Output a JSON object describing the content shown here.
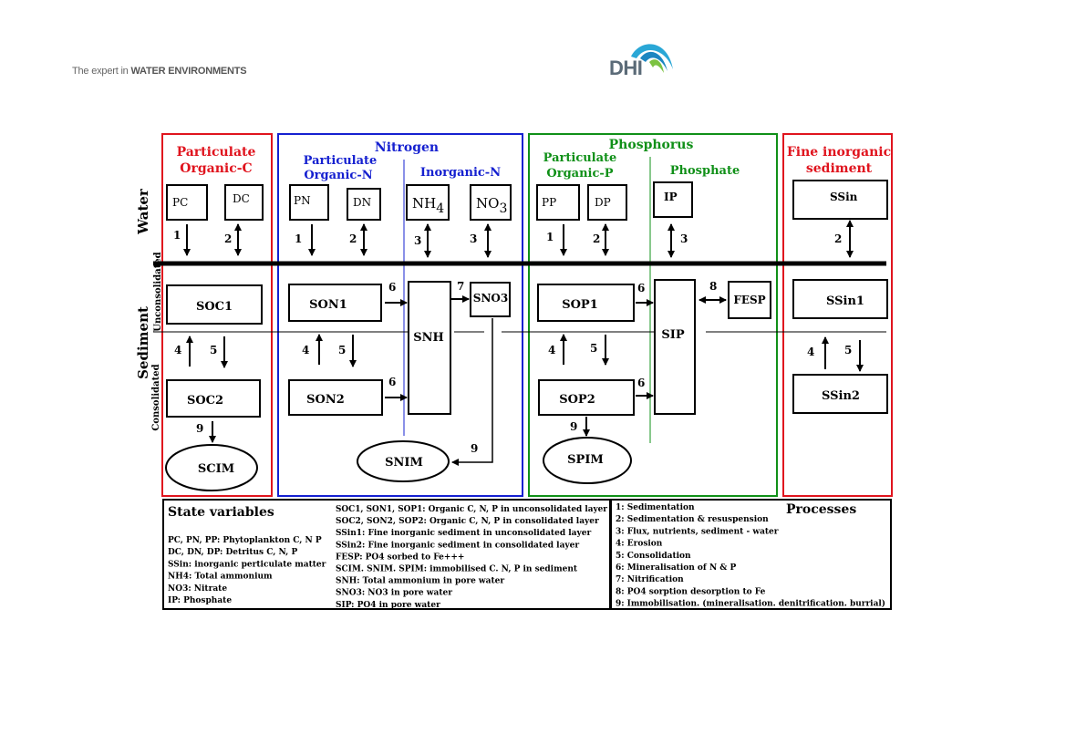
{
  "header": {
    "tagline_light": "The expert in ",
    "tagline_bold": "WATER ENVIRONMENTS",
    "logo_text": "DHI"
  },
  "sections": {
    "carbon_title": "Particulate\nOrganic-C",
    "nitrogen_title": "Nitrogen",
    "particulate_n": "Particulate\nOrganic-N",
    "inorganic_n": "Inorganic-N",
    "phosphorus_title": "Phosphorus",
    "particulate_p": "Particulate\nOrganic-P",
    "phosphate": "Phosphate",
    "fine_inorganic": "Fine inorganic\nsediment"
  },
  "side_labels": {
    "water": "Water",
    "sediment": "Sediment",
    "unconsolidated": "Unconsolidated",
    "consolidated": "Consolidated"
  },
  "boxes": {
    "pc": "PC",
    "dc": "DC",
    "pn": "PN",
    "dn": "DN",
    "nh4": "NH",
    "nh4_sub": "4",
    "no3": "NO",
    "no3_sub": "3",
    "pp": "PP",
    "dp": "DP",
    "ip": "IP",
    "ssin": "SSin",
    "soc1": "SOC1",
    "soc2": "SOC2",
    "scim": "SCIM",
    "son1": "SON1",
    "son2": "SON2",
    "snh": "SNH",
    "sno3": "SNO3",
    "snim": "SNIM",
    "sop1": "SOP1",
    "sop2": "SOP2",
    "spim": "SPIM",
    "sip": "SIP",
    "fesp": "FESP",
    "ssin1": "SSin1",
    "ssin2": "SSin2"
  },
  "process_numbers": {
    "p1": "1",
    "p2": "2",
    "p3": "3",
    "p4": "4",
    "p5": "5",
    "p6": "6",
    "p7": "7",
    "p8": "8",
    "p9": "9"
  },
  "legend": {
    "state_title": "State variables",
    "state_items": [
      "PC, PN, PP: Phytoplankton C, N P",
      "DC, DN, DP: Detritus C, N, P",
      "SSin: inorganic perticulate matter",
      "NH4: Total ammonium",
      "NO3: Nitrate",
      "IP: Phosphate"
    ],
    "middle_items": [
      "SOC1, SON1, SOP1: Organic C, N, P in unconsolidated layer",
      "SOC2, SON2, SOP2: Organic C, N, P in consolidated layer",
      "SSin1: Fine inorganic sediment in unconsolidated layer",
      "SSin2: Fine inorganic sediment in consolidated layer",
      "FESP: PO4 sorbed to Fe+++",
      "SCIM. SNIM. SPIM: immobilised C. N, P in sediment",
      "SNH: Total ammonium in pore water",
      "SNO3: NO3 in pore water",
      "SIP: PO4 in pore water"
    ],
    "processes_title": "Processes",
    "process_items": [
      "1: Sedimentation",
      "2: Sedimentation & resuspension",
      "3: Flux, nutrients, sediment - water",
      "4: Erosion",
      "5: Consolidation",
      "6: Mineralisation of N & P",
      "7: Nitrification",
      "8: PO4 sorption desorption to Fe",
      "9: Immobilisation. (mineralisation. denitrification. burrial)"
    ]
  },
  "colors": {
    "carbon": "#e0141e",
    "nitrogen": "#1520d0",
    "phosphorus": "#109018",
    "fine": "#e0141e",
    "logo_blue": "#2aa7d6",
    "logo_green": "#7cc242"
  }
}
